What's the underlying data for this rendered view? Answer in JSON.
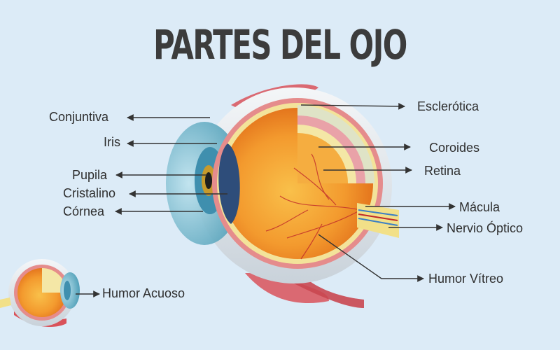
{
  "title": "PARTES DEL OJO",
  "labels": {
    "conjuntiva": "Conjuntiva",
    "iris": "Iris",
    "pupila": "Pupila",
    "cristalino": "Cristalino",
    "cornea": "Córnea",
    "esclerotica": "Esclerótica",
    "coroides": "Coroides",
    "retina": "Retina",
    "macula": "Mácula",
    "nervio_optico": "Nervio Óptico",
    "humor_vitreo": "Humor Vítreo",
    "humor_acuoso": "Humor Acuoso"
  },
  "colors": {
    "background": "#dcebf7",
    "title": "#3c3c3c",
    "label": "#2e2e2e",
    "arrow": "#333333",
    "sclera": "#e9edf0",
    "choroid": "#e58c8c",
    "retina": "#f3e39a",
    "vitreous": "#f39a2e",
    "iris": "#3f8fae",
    "lens": "#2e4d7a",
    "muscle": "#d9525a"
  }
}
